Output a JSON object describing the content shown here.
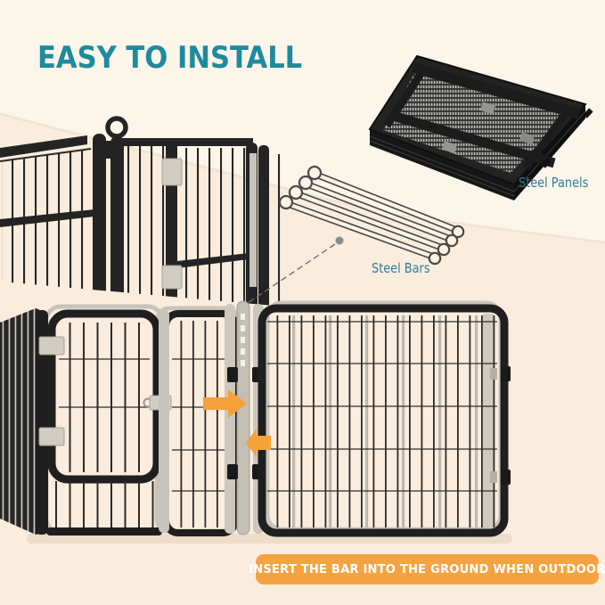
{
  "title": {
    "text": "EASY TO INSTALL",
    "color": "#1f8a9e"
  },
  "callouts": {
    "steel_panels": {
      "label": "Steel Panels",
      "color": "#2c7e99"
    },
    "steel_bars": {
      "label": "Steel Bars",
      "color": "#2c7e99"
    }
  },
  "banner": {
    "text": "INSERT THE BAR INTO THE GROUND WHEN OUTDOOR",
    "bg_color": "#f5a340",
    "text_color": "#ffffff"
  },
  "colors": {
    "background_upper": "#fcf5e9",
    "background_lower": "#faeddd",
    "fence_black": "#1f1f1f",
    "steel_gray": "#c9c4bb",
    "arrow_orange": "#f4a239",
    "hinge_gray": "#d2cdc2"
  },
  "illustrations": {
    "fence_corner_photo": "playpen-corner-with-loop-handle",
    "folded_panels": "stacked-folded-steel-mesh-panels",
    "steel_bars": {
      "count": 4
    },
    "insert_arrows": {
      "count": 2
    }
  }
}
